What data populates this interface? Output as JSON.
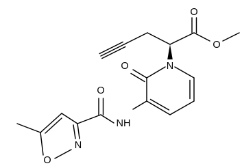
{
  "atom_labels": {
    "ester_carbonyl_o": "O",
    "ester_ether_o": "O",
    "pyridone_n": "N",
    "pyridone_carbonyl_o": "O",
    "amide_carbonyl_o": "O",
    "amide_nh": "NH",
    "isoxazole_n": "N",
    "isoxazole_o": "O"
  }
}
